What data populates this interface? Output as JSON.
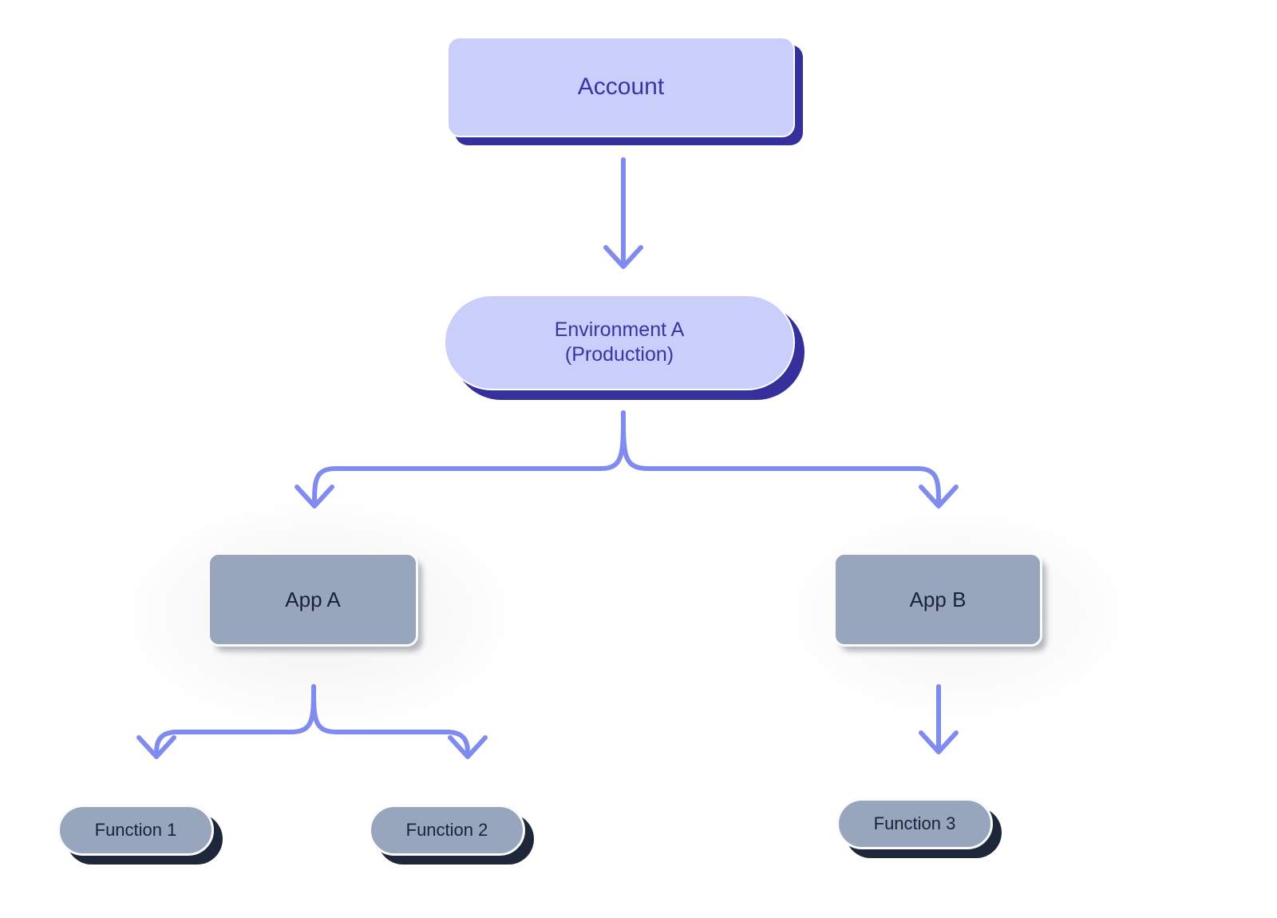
{
  "diagram": {
    "title": "Account / Environment / App / Function hierarchy",
    "background_color": "#ffffff",
    "palette": {
      "indigo_fill": "#c9cffa",
      "indigo_shadow": "#36309d",
      "indigo_text": "#3a32a6",
      "slate_fill": "#97a5bd",
      "slate_shadow": "#1d2739",
      "slate_text": "#1b2333",
      "edge_color": "#7f8bee",
      "node_border": "#ffffff"
    },
    "nodes": [
      {
        "id": "account",
        "label": "Account",
        "shape": "rounded-rect",
        "tier": "indigo"
      },
      {
        "id": "environment",
        "label": "Environment A\n(Production)",
        "shape": "pill",
        "tier": "indigo"
      },
      {
        "id": "app-a",
        "label": "App A",
        "shape": "rounded-rect",
        "tier": "slate"
      },
      {
        "id": "app-b",
        "label": "App B",
        "shape": "rounded-rect",
        "tier": "slate"
      },
      {
        "id": "function-1",
        "label": "Function 1",
        "shape": "pill",
        "tier": "slate"
      },
      {
        "id": "function-2",
        "label": "Function 2",
        "shape": "pill",
        "tier": "slate"
      },
      {
        "id": "function-3",
        "label": "Function 3",
        "shape": "pill",
        "tier": "slate"
      }
    ],
    "edges": [
      {
        "id": "account-to-environment",
        "from": "account",
        "to": "environment",
        "style": "straight-arrow"
      },
      {
        "id": "environment-to-app-a",
        "from": "environment",
        "to": "app-a",
        "style": "branch-arrow"
      },
      {
        "id": "environment-to-app-b",
        "from": "environment",
        "to": "app-b",
        "style": "branch-arrow"
      },
      {
        "id": "app-a-to-function-1",
        "from": "app-a",
        "to": "function-1",
        "style": "branch-arrow"
      },
      {
        "id": "app-a-to-function-2",
        "from": "app-a",
        "to": "function-2",
        "style": "branch-arrow"
      },
      {
        "id": "app-b-to-function-3",
        "from": "app-b",
        "to": "function-3",
        "style": "straight-arrow"
      }
    ],
    "labels": {
      "account": "Account",
      "environment": "Environment A\n(Production)",
      "app_a": "App A",
      "app_b": "App B",
      "function_1": "Function 1",
      "function_2": "Function 2",
      "function_3": "Function 3"
    }
  }
}
